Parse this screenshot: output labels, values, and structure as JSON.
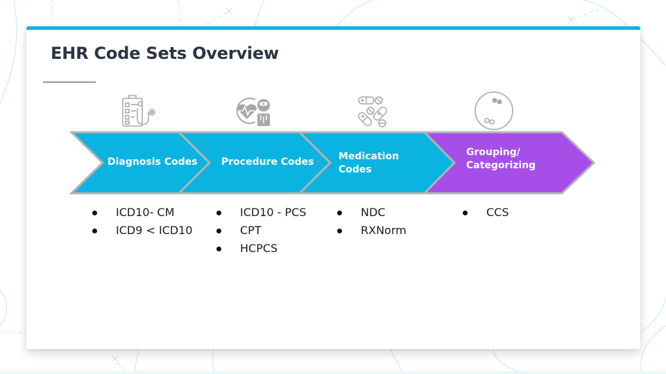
{
  "slide": {
    "title": "EHR Code Sets Overview",
    "accent_color": "#0bb4e0",
    "purple_color": "#a64ee8"
  },
  "process": {
    "steps": [
      {
        "label": "Diagnosis Codes",
        "icon": "clipboard-stethoscope-icon",
        "color": "#0bb4e0",
        "items": [
          "ICD10- CM",
          "ICD9 < ICD10"
        ]
      },
      {
        "label": "Procedure Codes",
        "icon": "heart-doctor-icon",
        "color": "#0bb4e0",
        "items": [
          "ICD10 - PCS",
          "CPT",
          "HCPCS"
        ]
      },
      {
        "label_line1": "Medication",
        "label_line2": "Codes",
        "icon": "pills-icon",
        "color": "#0bb4e0",
        "items": [
          "NDC",
          "RXNorm"
        ]
      },
      {
        "label_line1": "Grouping/",
        "label_line2": "Categorizing",
        "icon": "grouping-circle-icon",
        "color": "#a64ee8",
        "items": [
          "CCS"
        ]
      }
    ]
  }
}
